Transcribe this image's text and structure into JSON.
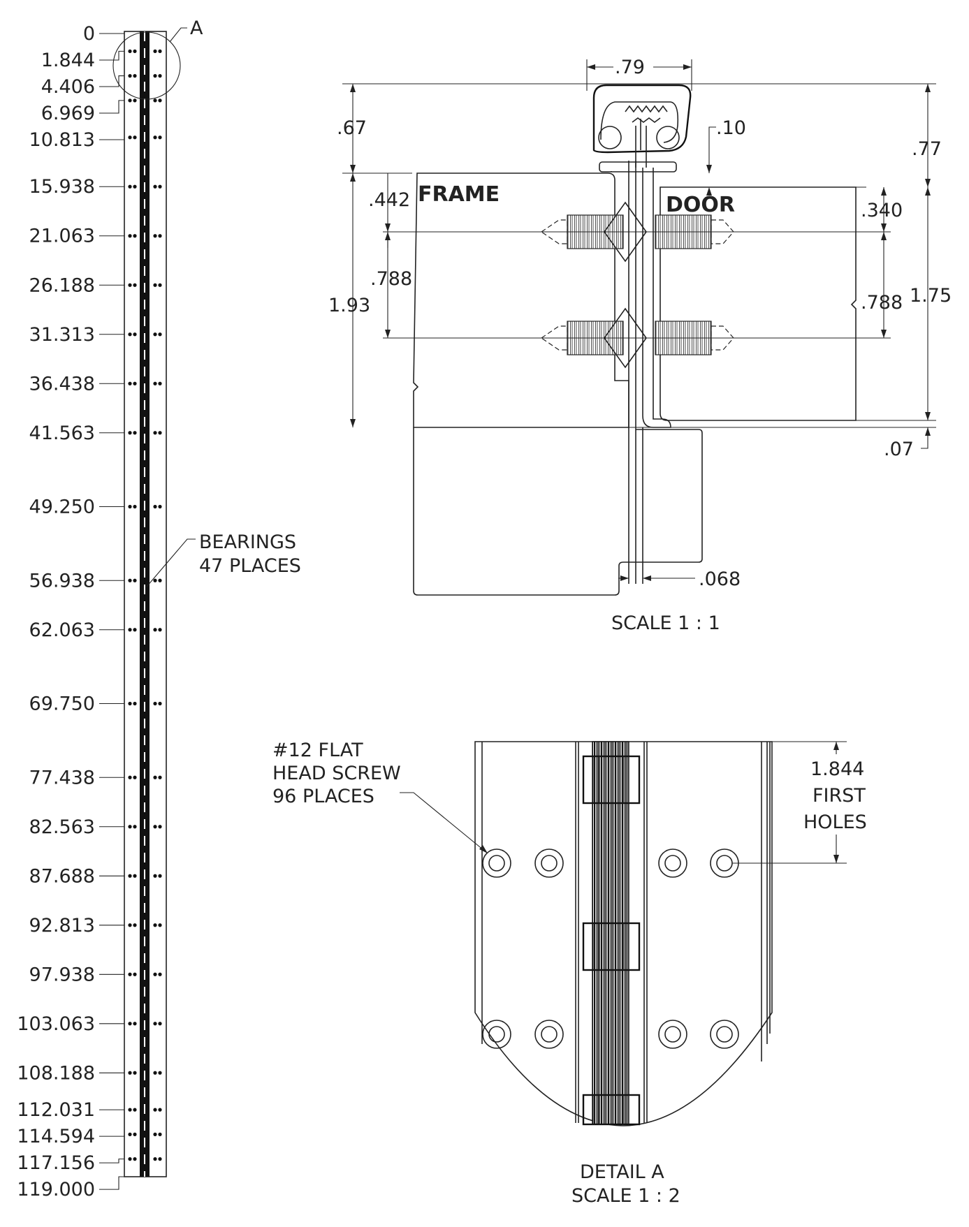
{
  "strip": {
    "stations": [
      "0",
      "1.844",
      "4.406",
      "6.969",
      "10.813",
      "15.938",
      "21.063",
      "26.188",
      "31.313",
      "36.438",
      "41.563",
      "49.250",
      "56.938",
      "62.063",
      "69.750",
      "77.438",
      "82.563",
      "87.688",
      "92.813",
      "97.938",
      "103.063",
      "108.188",
      "112.031",
      "114.594",
      "117.156",
      "119.000"
    ],
    "detail_callout": "A",
    "bearings_note": [
      "BEARINGS",
      "47 PLACES"
    ]
  },
  "section": {
    "frame_label": "FRAME",
    "door_label": "DOOR",
    "dims": {
      "top_width": ".79",
      "left_top": ".67",
      "gap": ".10",
      "right_top": ".77",
      "frame_first_hole": ".442",
      "door_first_hole": ".340",
      "frame_hole_spacing": ".788",
      "door_hole_spacing": ".788",
      "frame_leaf": "1.93",
      "door_leaf": "1.75",
      "bottom_offset": ".07",
      "pin_gap": ".068"
    },
    "scale": "SCALE 1 : 1"
  },
  "detail": {
    "screw_note": [
      "#12 FLAT",
      "HEAD SCREW",
      "96 PLACES"
    ],
    "holes_note": [
      "1.844",
      "FIRST",
      "HOLES"
    ],
    "title": "DETAIL A",
    "scale": "SCALE 1 : 2"
  }
}
